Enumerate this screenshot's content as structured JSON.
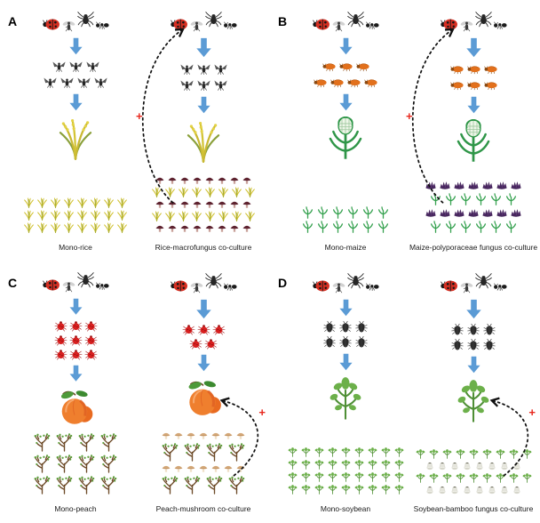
{
  "figure": {
    "background": "#ffffff",
    "arrow_color": "#5b9bd5",
    "curve_color": "#111111",
    "plus_symbol": "+",
    "plus_color": "#e8281e"
  },
  "panels": [
    {
      "label": "A",
      "columns": [
        {
          "kind": "mono",
          "caption": "Mono-rice",
          "predators": [
            "ladybug",
            "fly",
            "spider",
            "ant"
          ],
          "pest": "planthopper",
          "pest_rows": [
            3,
            4
          ],
          "crop": "rice-plant",
          "field_rows": [
            {
              "icon": "rice-small",
              "count": 8
            },
            {
              "icon": "rice-small",
              "count": 8
            },
            {
              "icon": "rice-small",
              "count": 8
            }
          ]
        },
        {
          "kind": "co-culture",
          "caption": "Rice-macrofungus co-culture",
          "predators": [
            "ladybug",
            "fly",
            "spider",
            "ant"
          ],
          "pest": "planthopper",
          "pest_rows": [
            3,
            3
          ],
          "crop": "rice-plant",
          "field_rows": [
            {
              "icon": "mushroom-dark",
              "count": 8
            },
            {
              "icon": "rice-small",
              "count": 8
            },
            {
              "icon": "mushroom-dark",
              "count": 8
            },
            {
              "icon": "rice-small",
              "count": 8
            },
            {
              "icon": "mushroom-dark",
              "count": 8
            }
          ],
          "feedback": {
            "target": "predators"
          }
        }
      ]
    },
    {
      "label": "B",
      "columns": [
        {
          "kind": "mono",
          "caption": "Mono-maize",
          "predators": [
            "ladybug",
            "fly",
            "spider",
            "ant"
          ],
          "pest": "aphid-orange",
          "pest_rows": [
            3,
            4
          ],
          "crop": "maize-plant",
          "field_rows": [
            {
              "icon": "maize-small",
              "count": 6
            },
            {
              "icon": "maize-small",
              "count": 6
            }
          ]
        },
        {
          "kind": "co-culture",
          "caption": "Maize-polyporaceae fungus co-culture",
          "predators": [
            "ladybug",
            "fly",
            "spider",
            "ant"
          ],
          "pest": "aphid-orange",
          "pest_rows": [
            3,
            3
          ],
          "crop": "maize-plant",
          "field_rows": [
            {
              "icon": "fungus-purple",
              "count": 7
            },
            {
              "icon": "maize-small",
              "count": 6
            },
            {
              "icon": "fungus-purple",
              "count": 7
            },
            {
              "icon": "maize-small",
              "count": 6
            }
          ],
          "feedback": {
            "target": "predators"
          }
        }
      ]
    },
    {
      "label": "C",
      "columns": [
        {
          "kind": "mono",
          "caption": "Mono-peach",
          "predators": [
            "ladybug",
            "fly",
            "spider",
            "ant"
          ],
          "pest": "mite-red",
          "pest_rows": [
            3,
            3,
            3
          ],
          "crop": "peach-fruit",
          "field_rows": [
            {
              "icon": "peach-tree",
              "count": 4
            },
            {
              "icon": "peach-tree",
              "count": 4
            },
            {
              "icon": "peach-tree",
              "count": 4
            }
          ]
        },
        {
          "kind": "co-culture",
          "caption": "Peach-mushroom co-culture",
          "predators": [
            "ladybug",
            "fly",
            "spider",
            "ant"
          ],
          "pest": "mite-red",
          "pest_rows": [
            3,
            2
          ],
          "crop": "peach-fruit",
          "field_rows": [
            {
              "icon": "mushroom-tan",
              "count": 7
            },
            {
              "icon": "peach-tree",
              "count": 4
            },
            {
              "icon": "mushroom-tan",
              "count": 7
            },
            {
              "icon": "peach-tree",
              "count": 4
            }
          ],
          "feedback": {
            "target": "crop"
          }
        }
      ]
    },
    {
      "label": "D",
      "columns": [
        {
          "kind": "mono",
          "caption": "Mono-soybean",
          "predators": [
            "ladybug",
            "fly",
            "spider",
            "ant"
          ],
          "pest": "beetle-black",
          "pest_rows": [
            3,
            3
          ],
          "crop": "soybean-plant",
          "field_rows": [
            {
              "icon": "soybean-small",
              "count": 9
            },
            {
              "icon": "soybean-small",
              "count": 9
            },
            {
              "icon": "soybean-small",
              "count": 9
            },
            {
              "icon": "soybean-small",
              "count": 9
            }
          ]
        },
        {
          "kind": "co-culture",
          "caption": "Soybean-bamboo fungus co-culture",
          "predators": [
            "ladybug",
            "fly",
            "spider",
            "ant"
          ],
          "pest": "beetle-black",
          "pest_rows": [
            3,
            3
          ],
          "crop": "soybean-plant",
          "field_rows": [
            {
              "icon": "soybean-small",
              "count": 9
            },
            {
              "icon": "bamboo-fungus",
              "count": 8
            },
            {
              "icon": "soybean-small",
              "count": 9
            },
            {
              "icon": "bamboo-fungus",
              "count": 8
            }
          ],
          "feedback": {
            "target": "crop"
          }
        }
      ]
    }
  ]
}
